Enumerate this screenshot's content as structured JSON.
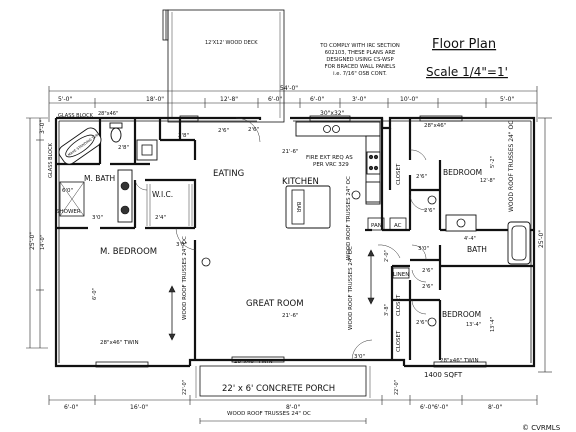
{
  "title": "Floor Plan",
  "scale": "Scale 1/4\"=1'",
  "irc_note": [
    "TO COMPLY WITH IRC SECTION",
    "602103, THESE PLANS ARE",
    "DESIGNED USING CS-WSP",
    "FOR BRACED WALL PANELS",
    "i.e. 7/16\" OSB CONT."
  ],
  "deck": "12'X12' WOOD DECK",
  "fire_note": [
    "FIRE EXT REQ AS",
    "PER VRC 329"
  ],
  "glass_block_top": "GLASS BLOCK",
  "glass_block_side": "GLASS BLOCK",
  "rooms": {
    "eating": "EATING",
    "kitchen": "KITCHEN",
    "bar": "BAR",
    "m_bath": "M. BATH",
    "wic": "W.I.C.",
    "shower": "SHOWER",
    "m_bedroom": "M. BEDROOM",
    "great_room": "GREAT ROOM",
    "bedroom1": "BEDROOM",
    "bedroom2": "BEDROOM",
    "bath": "BATH",
    "closet1": "CLOSET",
    "closet2": "CLOSET",
    "closet3": "CLOSET",
    "pan": "PAN",
    "ac": "AC",
    "linen": "LINEN",
    "porch": "22' x 6' CONCRETE PORCH",
    "tub_text": "MAKE STANDING TUB"
  },
  "windows": {
    "w30x32": "30\"x32\"",
    "mbed_twin": "28\"x46\" TWIN",
    "great_twin": "28\"x46\" TWIN",
    "bed2_twin": "28\"x46\" TWIN",
    "bed1_top": "28\"x46\""
  },
  "trusses": {
    "bottom": "WOOD ROOF TRUSSES 24\" OC",
    "right": "WOOD ROOF TRUSSES 24\" OC",
    "middle": "WOOD ROOF TRUSSES 24\" OC",
    "great": "WOOD ROOF TRUSSES 24\" OC",
    "mbed": "WOOD ROOF TRUSSES 24\" OC"
  },
  "area": "1400 SQFT",
  "watermark": "© CVRMLS",
  "dims": {
    "top_total": "54'-0\"",
    "top_left": "5'-0\"",
    "top_mid": "18'-0\"",
    "top_right": "12'-8\"",
    "top_r2": "6'-0\"",
    "top_r3": "6'-0\"",
    "top_r4": "3'-0\"",
    "top_r5": "10'-0\"",
    "top_r6": "5'-0\"",
    "bot_1": "6'-0\"",
    "bot_2": "16'-0\"",
    "bot_3": "8'-0\"",
    "bot_4": "6'-0\"",
    "bot_5": "6'-0\"",
    "bot_6": "8'-0\"",
    "left_total": "25'-0\"",
    "left_top": "3'-0\"",
    "left_mid": "14'-0\"",
    "left_3": "6'-0\"",
    "right_total": "25'-0\"",
    "right_1": "5'-2\"",
    "right_2": "13'-4\"",
    "right_3": "2'-0\"",
    "right_4": "3'-8\"",
    "k_21": "21'-6\"",
    "k_21b": "21'-6\"",
    "door_26a": "2'6\"",
    "door_28a": "2'8\"",
    "door_26b": "2'6\"",
    "door_26c": "2'6\"",
    "door_26d": "2'6\"",
    "door_26e": "2'6\"",
    "door_30a": "3'0\"",
    "door_30b": "3'0\"",
    "door_30c": "3'0\"",
    "door_30d": "3'0\"",
    "door_60": "6'0\"",
    "door_24": "2'4\"",
    "door_26f": "2'6\"",
    "door_26g": "2'6\"",
    "door_28b": "2'8\"",
    "porch_22": "22'-0\"",
    "porch_22b": "22'-0\"",
    "dim_28x46_top": "28\"x46\"",
    "bath_4": "4'-4\"",
    "bed_12": "12'-8\"",
    "bed_134": "13'-4\""
  }
}
